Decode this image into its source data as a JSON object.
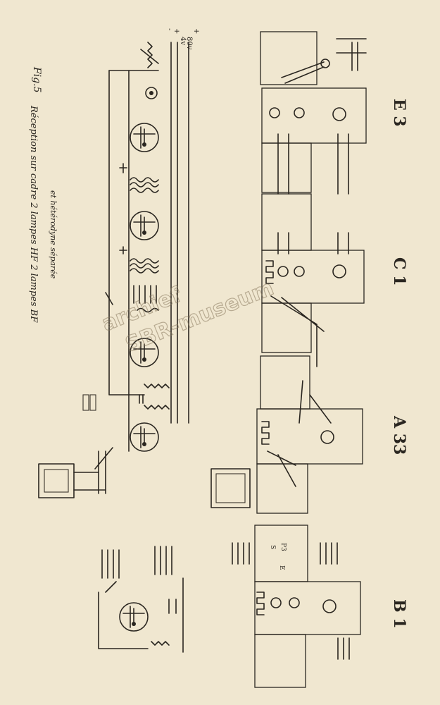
{
  "figure": {
    "label": "Fig.5"
  },
  "caption": {
    "line1": "Réception sur cadre   2 lampes HF   2 lampes BF",
    "line2": "et hétérodyne séparée"
  },
  "watermark": {
    "line1": "archief",
    "line2": "SBR-museum"
  },
  "schematic_labels": {
    "minus": "-",
    "plus4": "+",
    "v4": "4v",
    "v80": "80v",
    "plus80": "+"
  },
  "module_labels": {
    "e3": "E 3",
    "c1": "C 1",
    "a33": "A 33",
    "b1": "B 1"
  },
  "small_labels": {
    "s": "S",
    "p3": "P3",
    "e": "E"
  },
  "colors": {
    "paper": "#f0e7d0",
    "ink": "#2a2620",
    "watermark": "#8a7a5e"
  }
}
